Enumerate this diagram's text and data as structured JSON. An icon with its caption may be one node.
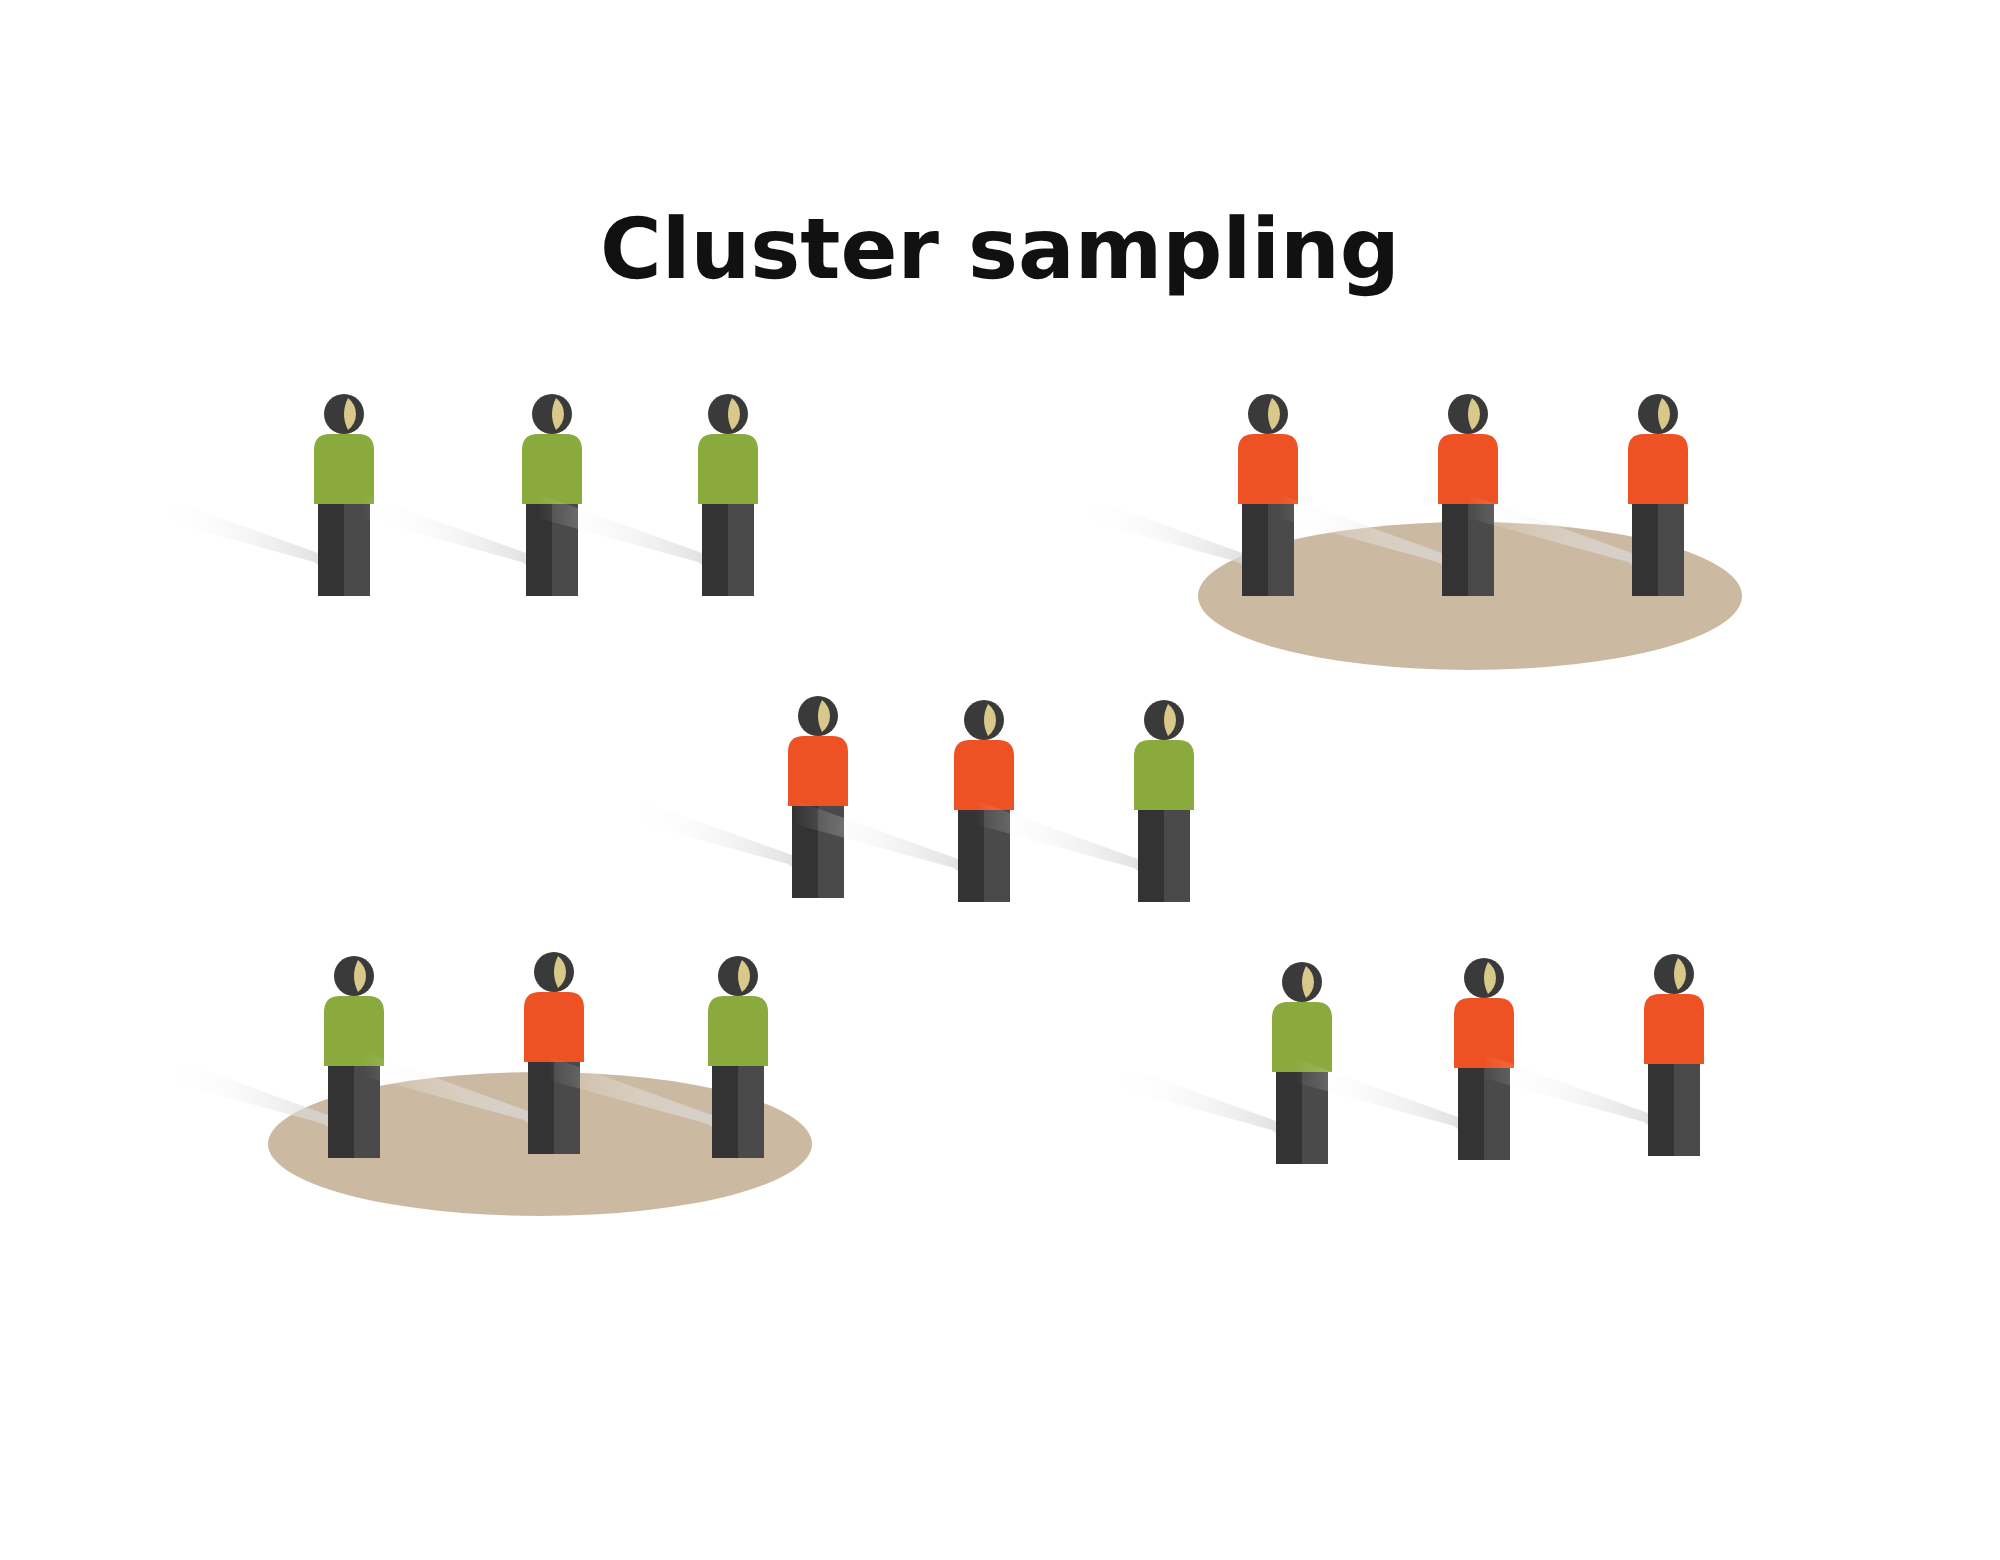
{
  "diagram": {
    "title": "Cluster sampling",
    "nodes": [
      {
        "text": [],
        "shape": "person"
      },
      {
        "text": [],
        "shape": "person"
      },
      {
        "text": [],
        "shape": "person"
      },
      {
        "text": [],
        "shape": "ellipse"
      },
      {
        "text": [],
        "shape": "person"
      },
      {
        "text": [],
        "shape": "person"
      },
      {
        "text": [],
        "shape": "person"
      },
      {
        "text": [],
        "shape": "person"
      },
      {
        "text": [],
        "shape": "person"
      },
      {
        "text": [],
        "shape": "person"
      },
      {
        "text": [],
        "shape": "ellipse"
      },
      {
        "text": [],
        "shape": "person"
      },
      {
        "text": [],
        "shape": "person"
      },
      {
        "text": [],
        "shape": "person"
      },
      {
        "text": [],
        "shape": "person"
      },
      {
        "text": [],
        "shape": "person"
      },
      {
        "text": [],
        "shape": "person"
      }
    ]
  }
}
